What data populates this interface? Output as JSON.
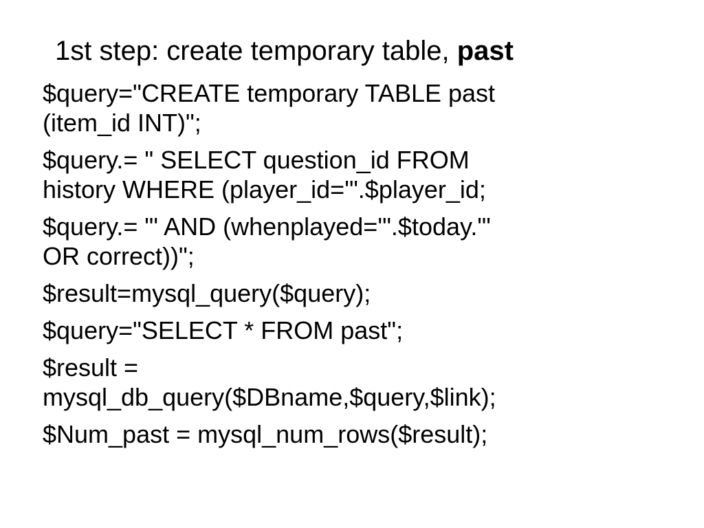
{
  "slide": {
    "title": {
      "prefix": "1st step: create temporary table, ",
      "bold": "past"
    },
    "bullets": [
      {
        "lines": [
          "$query=\"CREATE temporary TABLE past",
          "(item_id INT)\";"
        ]
      },
      {
        "lines": [
          "$query.= \" SELECT question_id FROM",
          "history WHERE (player_id='\".$player_id;"
        ]
      },
      {
        "lines": [
          "$query.= \"' AND (whenplayed='\".$today.\"'",
          "OR correct))\";"
        ]
      },
      {
        "lines": [
          "$result=mysql_query($query);"
        ]
      },
      {
        "lines": [
          "$query=\"SELECT * FROM past\";"
        ]
      },
      {
        "lines": [
          "$result =",
          "mysql_db_query($DBname,$query,$link);"
        ]
      },
      {
        "lines": [
          "$Num_past = mysql_num_rows($result);"
        ]
      }
    ]
  }
}
